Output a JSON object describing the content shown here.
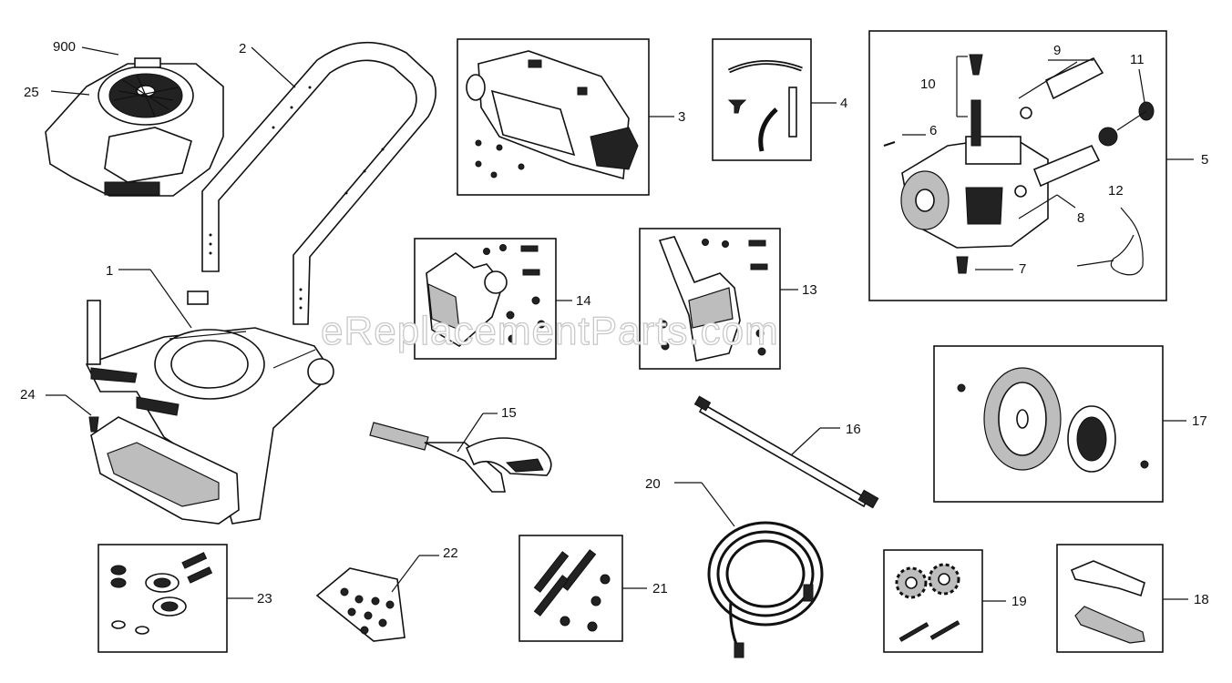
{
  "watermark": "eReplacementParts.com",
  "callouts": {
    "c900": "900",
    "c25": "25",
    "c2": "2",
    "c3": "3",
    "c4": "4",
    "c10": "10",
    "c9": "9",
    "c11": "11",
    "c6": "6",
    "c5": "5",
    "c8": "8",
    "c12": "12",
    "c7": "7",
    "c1": "1",
    "c14": "14",
    "c13": "13",
    "c24": "24",
    "c15": "15",
    "c16": "16",
    "c17": "17",
    "c20": "20",
    "c22": "22",
    "c23": "23",
    "c21": "21",
    "c19": "19",
    "c18": "18"
  }
}
